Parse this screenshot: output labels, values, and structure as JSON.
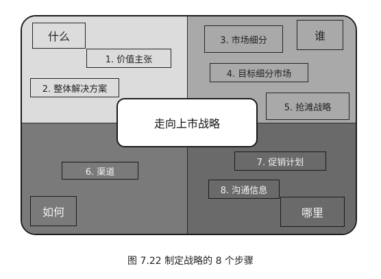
{
  "diagram": {
    "center_label": "走向上市战略",
    "quadrants": {
      "what": "什么",
      "who": "谁",
      "how": "如何",
      "where": "哪里"
    },
    "steps": [
      "1. 价值主张",
      "2. 整体解决方案",
      "3. 市场细分",
      "4. 目标细分市场",
      "5. 抢滩战略",
      "6. 渠道",
      "7. 促销计划",
      "8. 沟通信息"
    ]
  },
  "caption": "图 7.22   制定战略的 8 个步骤"
}
